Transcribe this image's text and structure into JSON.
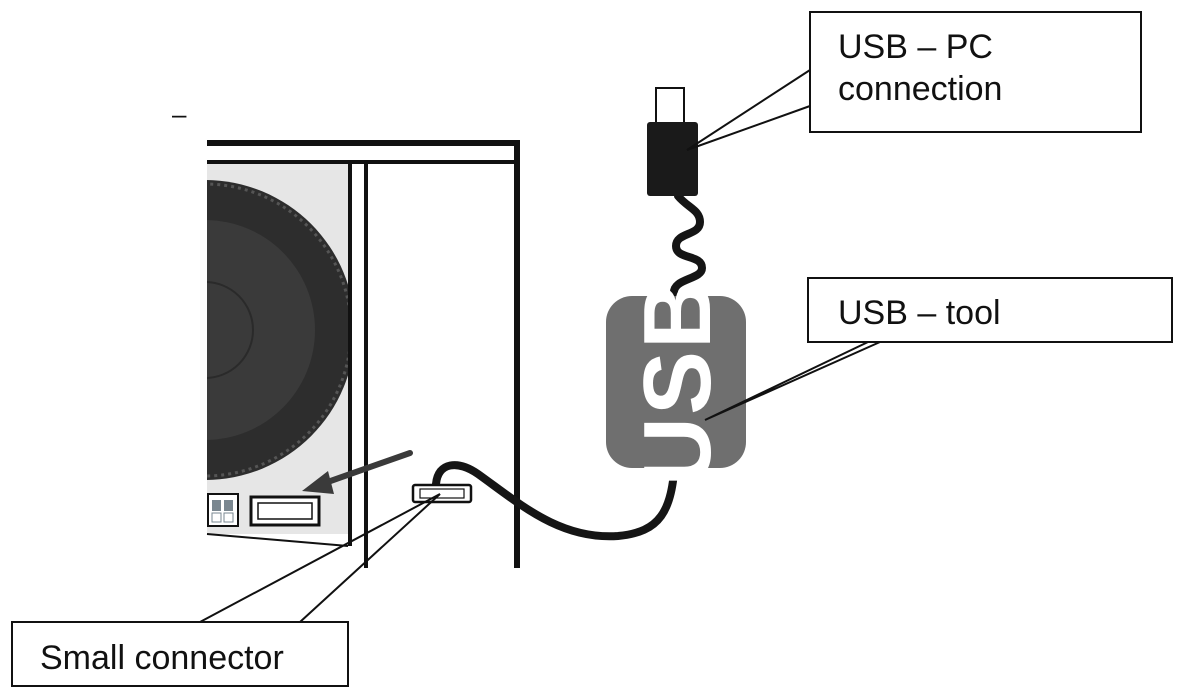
{
  "callouts": {
    "pc_connection": {
      "line1": "USB – PC",
      "line2": "connection"
    },
    "usb_tool": {
      "label": "USB – tool"
    },
    "small_connector": {
      "label": "Small connector"
    }
  },
  "device": {
    "usb_label": "USB",
    "dash_mark": "–"
  },
  "colors": {
    "outline": "#111111",
    "knob": "#3a3a3a",
    "knob_rim": "#2a2a2a",
    "panel": "#e6e6e6",
    "usb_body": "#6f6f6f",
    "cable": "#151515"
  }
}
